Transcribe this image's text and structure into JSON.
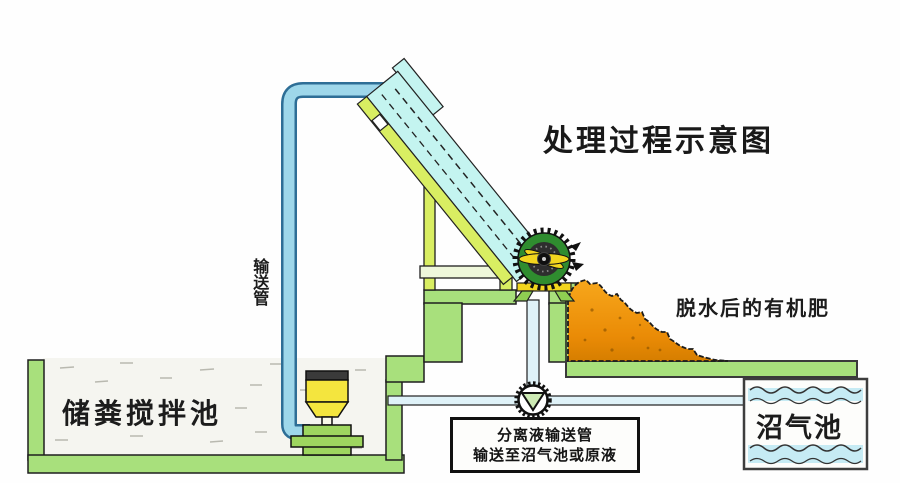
{
  "title": "处理过程示意图",
  "labels": {
    "conveying_pipe": "输送管",
    "storage_pool": "储粪搅拌池",
    "organic_fertilizer": "脱水后的有机肥",
    "note_line1": "分离液输送管",
    "note_line2": "输送至沼气池或原液",
    "biogas_pool": "沼气池"
  },
  "colors": {
    "pipe_blue_fill": "#9ed7ea",
    "pipe_blue_edge": "#2e6e96",
    "chute_cyan": "#c4f4f0",
    "structure_green": "#a8e07c",
    "chute_edge_yellow_green": "#d9ee62",
    "separator_wheel_green": "#2f8c2f",
    "separator_blade_yellow": "#f2d51e",
    "fertilizer_orange": "#ef9410",
    "biogas_water_blue": "#c6ebf4",
    "pump_yellow": "#f4e53e",
    "pump_green": "#9ed65f",
    "outline_black": "#1a1a1a"
  }
}
